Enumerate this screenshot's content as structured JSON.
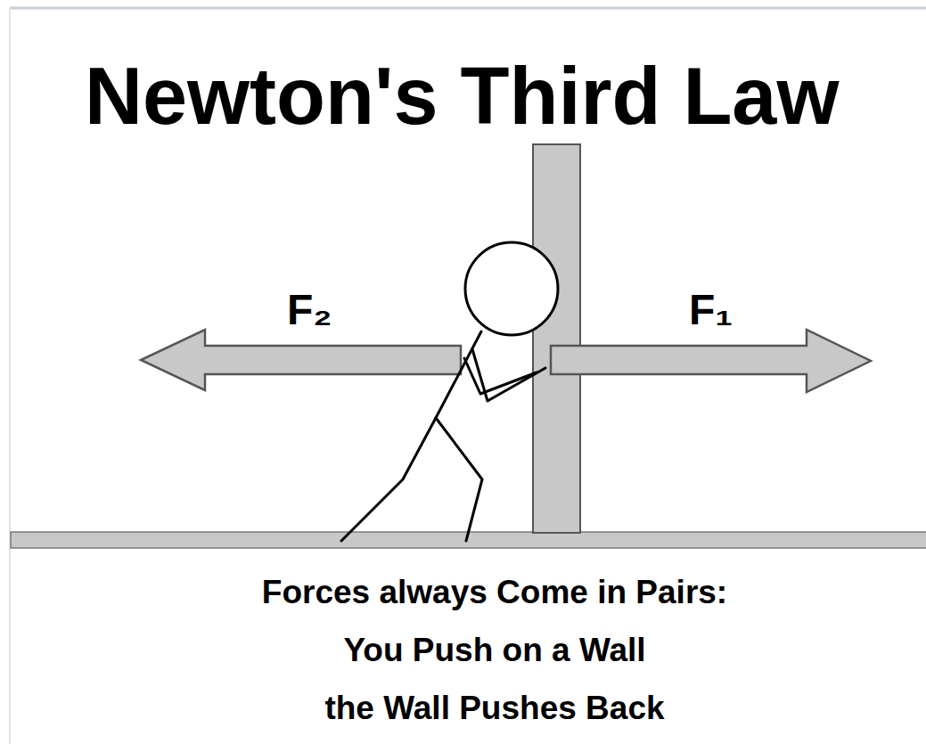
{
  "diagram": {
    "title": "Newton's Third Law",
    "caption": "Forces always Come in Pairs: You Push on a Wall the Wall Pushes Back",
    "labels": [
      "F₂",
      "F₁"
    ]
  }
}
